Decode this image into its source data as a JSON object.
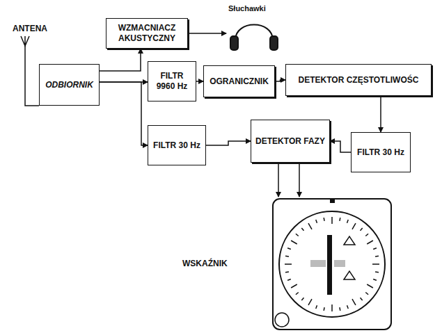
{
  "diagram": {
    "nodes": [
      {
        "text": [
          "WZMACNIACZ AKUSTYCZNY"
        ]
      },
      {
        "text": [
          "ODBIORNIK"
        ]
      },
      {
        "text": [
          "FILTR 9960 Hz"
        ]
      },
      {
        "text": [
          "OGRANICZNIK"
        ]
      },
      {
        "text": [
          "DETEKTOR CZĘSTOTLIWOŚC"
        ]
      },
      {
        "text": [
          "FILTR 30 Hz"
        ]
      },
      {
        "text": [
          "DETEKTOR FAZY"
        ]
      },
      {
        "text": [
          "FILTR 30 Hz"
        ]
      }
    ],
    "edges": [
      {
        "from": 1,
        "to": 0,
        "arrow": "to"
      },
      {
        "from": 1,
        "to": 2,
        "arrow": "to"
      },
      {
        "from": 1,
        "to": 5,
        "arrow": "to"
      },
      {
        "from": 2,
        "to": 3,
        "arrow": "to"
      },
      {
        "from": 3,
        "to": 4,
        "arrow": "to"
      },
      {
        "from": 4,
        "to": 7,
        "arrow": "to"
      },
      {
        "from": 5,
        "to": 6,
        "arrow": "to"
      },
      {
        "from": 7,
        "to": 6,
        "arrow": "to"
      }
    ],
    "labels": [
      "ANTENA",
      "Słuchawki",
      "WSKAŹNIK"
    ]
  }
}
